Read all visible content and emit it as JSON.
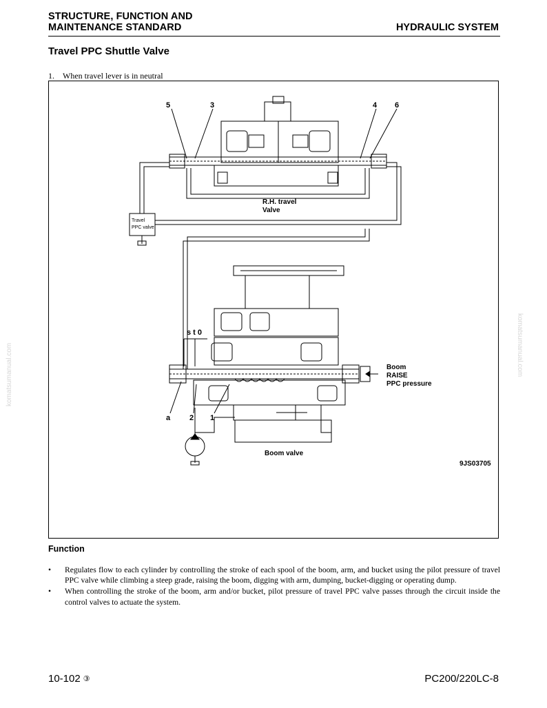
{
  "header": {
    "left_line1": "STRUCTURE, FUNCTION AND",
    "left_line2": "MAINTENANCE STANDARD",
    "right": "HYDRAULIC SYSTEM"
  },
  "section_title": "Travel PPC Shuttle Valve",
  "caption": "1.    When travel lever is in neutral",
  "figure": {
    "callouts_top": [
      "5",
      "3",
      "4",
      "6"
    ],
    "rh_travel_line1": "R.H. travel",
    "rh_travel_line2": "Valve",
    "travel_ppc_line1": "Travel",
    "travel_ppc_line2": "PPC valve",
    "st0": "s t 0",
    "boom_raise_line1": "Boom",
    "boom_raise_line2": "RAISE",
    "boom_raise_line3": "PPC pressure",
    "callouts_bottom": [
      "a",
      "2",
      "1"
    ],
    "boom_valve": "Boom valve",
    "figure_code": "9JS03705"
  },
  "function_heading": "Function",
  "bullets": [
    "Regulates flow to each cylinder by controlling the stroke of each spool of the boom, arm, and bucket using the pilot pressure of travel PPC valve while climbing a steep grade, raising the boom, digging with arm, dumping, bucket-digging or operating dump.",
    "When controlling the stroke of the boom, arm and/or bucket, pilot pressure of travel PPC valve passes through the circuit inside the control valves to actuate the system."
  ],
  "bullet_symbol": "•",
  "footer": {
    "page": "10-102",
    "revision": "③",
    "model": "PC200/220LC-8"
  },
  "watermark": "komatsumanual.com"
}
